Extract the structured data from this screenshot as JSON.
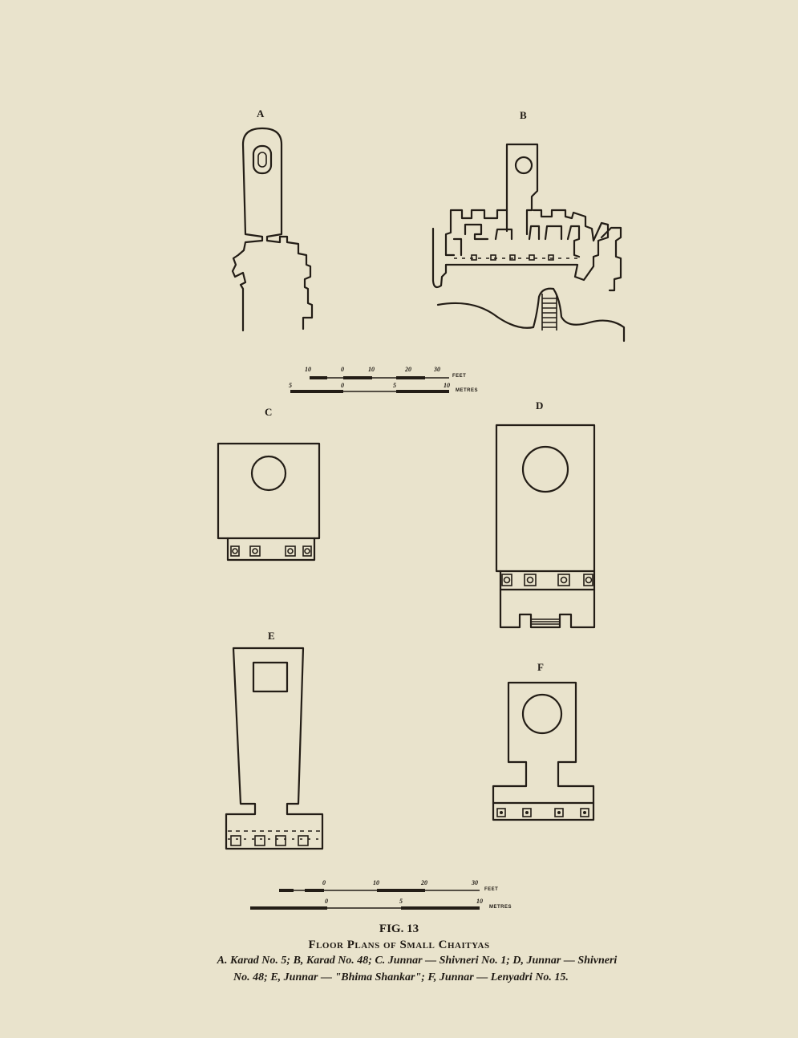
{
  "figure": {
    "number": "FIG. 13",
    "title": "Floor Plans of Small Chaityas",
    "caption_line1": "A. Karad No. 5; B, Karad No. 48; C. Junnar — Shivneri No. 1; D, Junnar — Shivneri",
    "caption_line2": "No. 48; E, Junnar — \"Bhima Shankar\"; F, Junnar — Lenyadri No. 15."
  },
  "plans": [
    {
      "letter": "A"
    },
    {
      "letter": "B"
    },
    {
      "letter": "C"
    },
    {
      "letter": "D"
    },
    {
      "letter": "E"
    },
    {
      "letter": "F"
    }
  ],
  "scale_top": {
    "feet_ticks": [
      "10",
      "0",
      "10",
      "20",
      "30"
    ],
    "feet_unit": "FEET",
    "metre_ticks": [
      "5",
      "0",
      "5",
      "10"
    ],
    "metre_unit": "METRES"
  },
  "scale_bottom": {
    "feet_ticks": [
      "0",
      "10",
      "20",
      "30"
    ],
    "feet_unit": "FEET",
    "metre_ticks": [
      "0",
      "5",
      "10"
    ],
    "metre_unit": "METRES"
  },
  "colors": {
    "paper": "#e9e3cc",
    "ink": "#231d16"
  }
}
